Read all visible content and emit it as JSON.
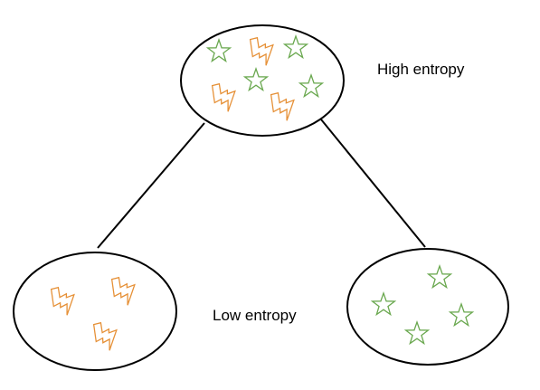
{
  "labels": {
    "high": "High entropy",
    "low": "Low entropy"
  },
  "colors": {
    "outline": "#000000",
    "star": "#6aa84f",
    "bolt": "#e69138"
  },
  "icons": {
    "star": "star-icon",
    "bolt": "lightning-bolt-icon"
  },
  "nodes": {
    "top": {
      "stars": 4,
      "bolts": 3
    },
    "left": {
      "stars": 0,
      "bolts": 3
    },
    "right": {
      "stars": 4,
      "bolts": 0
    }
  }
}
